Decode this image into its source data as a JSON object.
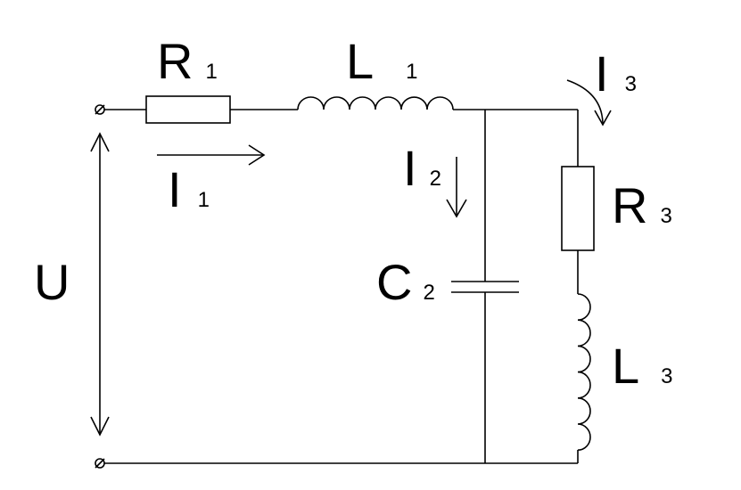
{
  "labels": {
    "R1": {
      "main": "R",
      "sub": "1"
    },
    "L1": {
      "main": "L",
      "sub": "1"
    },
    "I1": {
      "main": "I",
      "sub": "1"
    },
    "I2": {
      "main": "I",
      "sub": "2"
    },
    "I3": {
      "main": "I",
      "sub": "3"
    },
    "R3": {
      "main": "R",
      "sub": "3"
    },
    "C2": {
      "main": "C",
      "sub": "2"
    },
    "L3": {
      "main": "L",
      "sub": "3"
    },
    "U": "U"
  }
}
